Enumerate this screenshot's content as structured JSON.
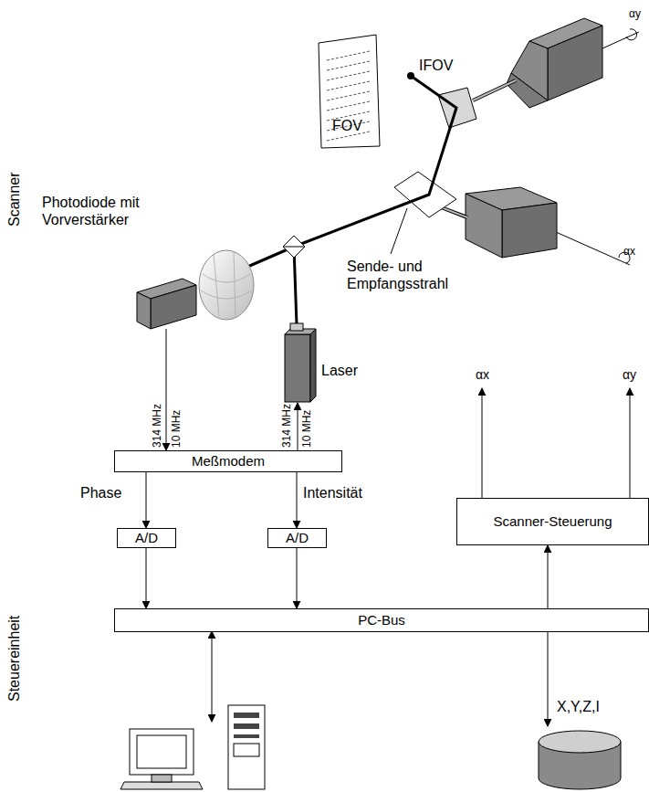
{
  "diagram": {
    "nodes": [
      {
        "text": [
          "Meßmodem"
        ]
      },
      {
        "text": [
          "A/D"
        ]
      },
      {
        "text": [
          "A/D"
        ]
      },
      {
        "text": [
          "PC-Bus"
        ]
      },
      {
        "text": [
          "Scanner-Steuerung"
        ]
      }
    ],
    "edges": [
      {
        "from": 0,
        "to": 1,
        "arrow": "to",
        "label": "Phase"
      },
      {
        "from": 0,
        "to": 2,
        "arrow": "to",
        "label": "Intensität"
      },
      {
        "from": 1,
        "to": 3,
        "arrow": "to"
      },
      {
        "from": 2,
        "to": 3,
        "arrow": "to"
      },
      {
        "from": 3,
        "to": 4,
        "arrow": "to"
      }
    ],
    "labels": [
      "Scanner",
      "Steuereinheit",
      "IFOV",
      "FOV",
      "αy",
      "αx",
      "Photodiode mit Vorverstärker",
      "Sende- und Empfangsstrahl",
      "Laser",
      "314 MHz",
      "10 MHz",
      "314 MHz",
      "10 MHz",
      "αx",
      "αy",
      "X,Y,Z,I"
    ]
  }
}
